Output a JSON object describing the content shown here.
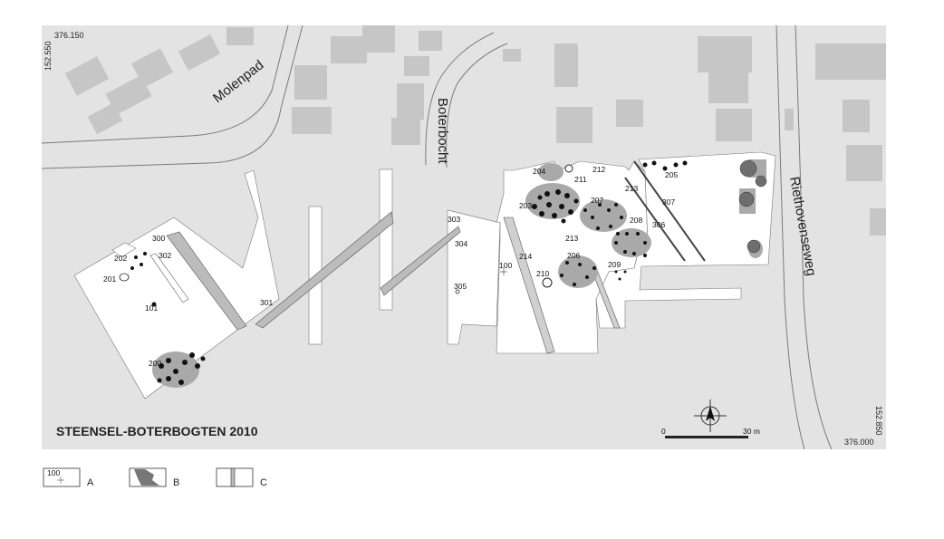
{
  "title": "STEENSEL-BOTERBOGTEN 2010",
  "coordinates": {
    "top_left_x": "376.150",
    "top_left_y": "152.550",
    "bottom_right_x": "376.000",
    "bottom_right_y": "152.850"
  },
  "streets": {
    "molenpad": "Molenpad",
    "boterbocht": "Boterbocht",
    "riethovenseweg": "Riethovenseweg"
  },
  "scale_bar": {
    "start": "0",
    "end": "30 m"
  },
  "feature_labels": [
    "100",
    "101",
    "200",
    "201",
    "202",
    "203",
    "204",
    "205",
    "206",
    "207",
    "208",
    "209",
    "210",
    "211",
    "212",
    "213",
    "213",
    "214",
    "300",
    "301",
    "302",
    "303",
    "304",
    "305",
    "306",
    "307"
  ],
  "legend": [
    {
      "key": "A",
      "sample_text": "100"
    },
    {
      "key": "B"
    },
    {
      "key": "C"
    }
  ],
  "colors": {
    "background": "#e3e3e3",
    "building": "#c6c6c6",
    "excavation": "#ffffff",
    "feature_fill": "#a9a9a9",
    "pit": "#111111"
  },
  "icons": [
    "north-arrow-icon"
  ]
}
